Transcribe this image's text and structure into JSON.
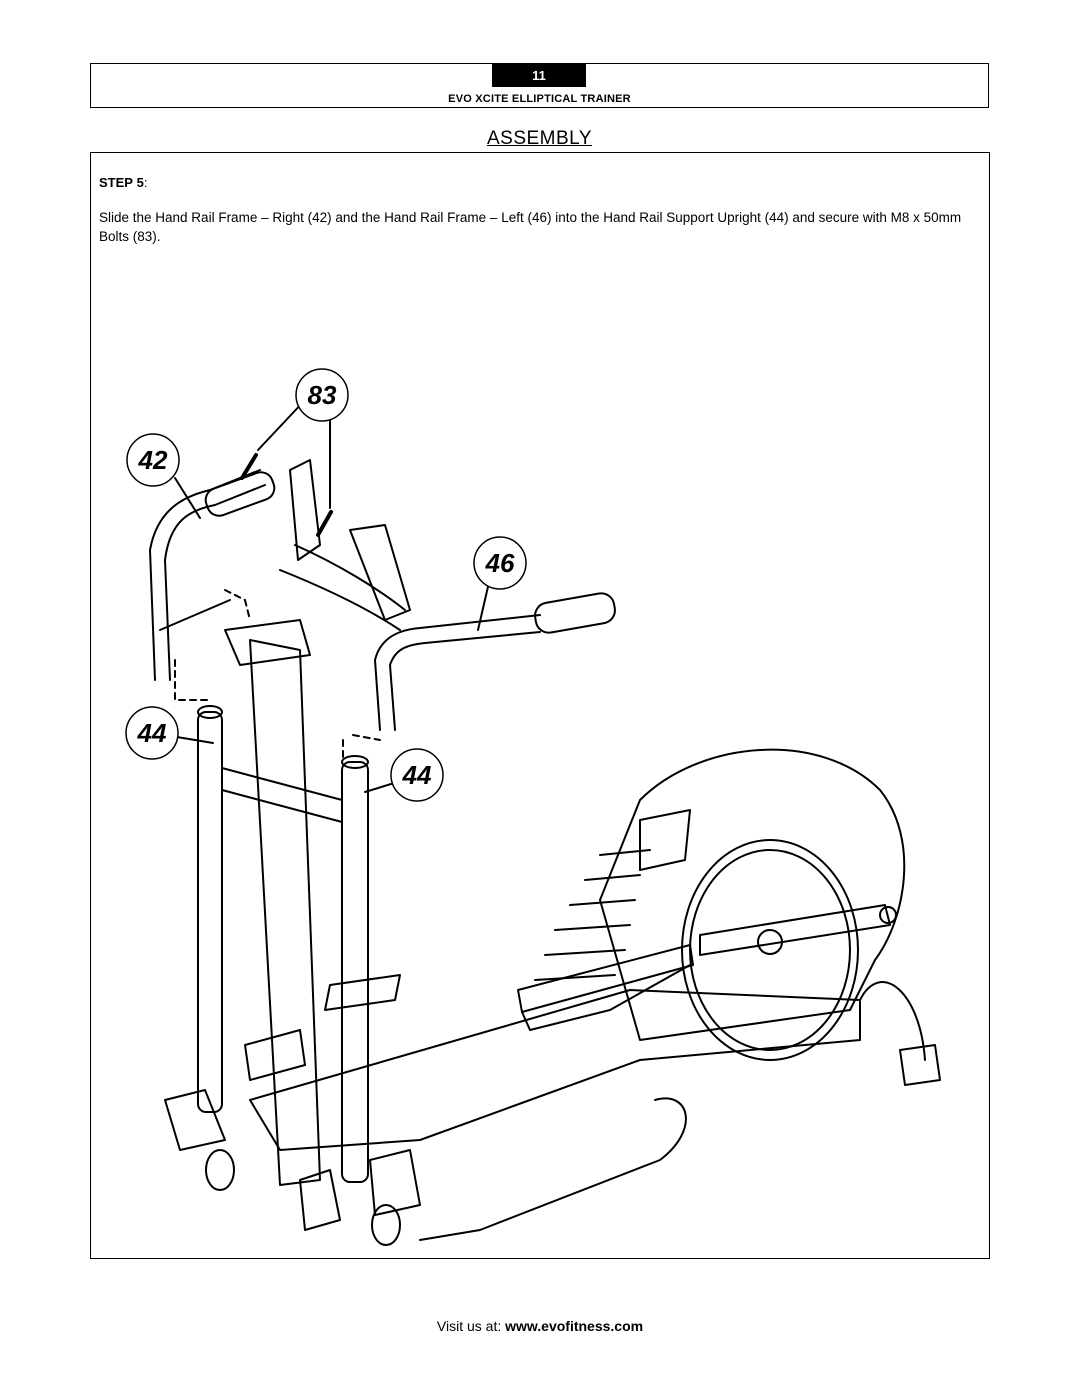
{
  "header": {
    "page_number": "11",
    "document_title": "EVO XCITE ELLIPTICAL TRAINER"
  },
  "section_title": "ASSEMBLY",
  "step": {
    "label": "STEP",
    "number": "5",
    "instructions": "Slide the Hand Rail Frame – Right (42) and the Hand Rail Frame – Left (46) into the Hand Rail Support Upright (44) and secure with M8 x 50mm Bolts (83)."
  },
  "diagram": {
    "callouts": [
      "83",
      "42",
      "46",
      "44",
      "44"
    ]
  },
  "footer": {
    "prefix": "Visit us at: ",
    "url": "www.evofitness.com"
  }
}
